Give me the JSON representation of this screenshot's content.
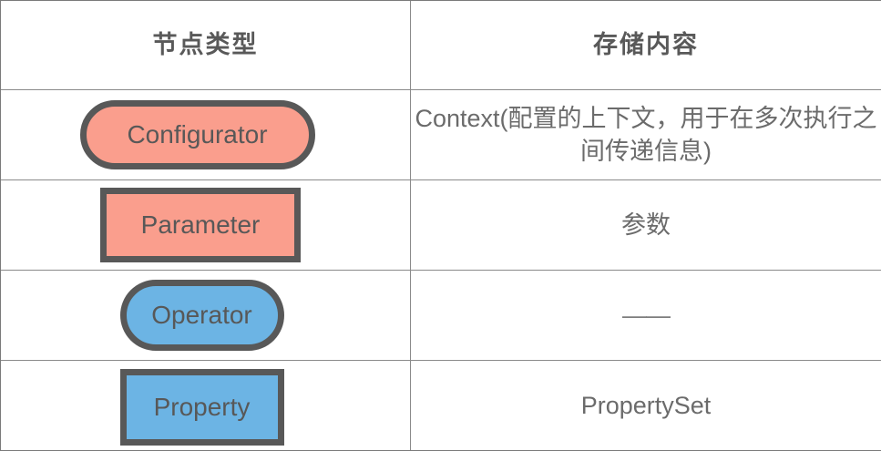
{
  "table": {
    "columns": [
      {
        "key": "node_type",
        "header": "节点类型"
      },
      {
        "key": "stored_content",
        "header": "存储内容"
      }
    ],
    "rows": [
      {
        "shape_label": "Configurator",
        "shape_kind": "rounded-pill",
        "shape_fill": "#fa9e8d",
        "shape_border": "#585858",
        "content": "Context(配置的上下文，用于在多次执行之间传递信息)"
      },
      {
        "shape_label": "Parameter",
        "shape_kind": "rectangle",
        "shape_fill": "#fa9e8d",
        "shape_border": "#585858",
        "content": "参数"
      },
      {
        "shape_label": "Operator",
        "shape_kind": "rounded-pill",
        "shape_fill": "#6cb4e4",
        "shape_border": "#585858",
        "content": "——"
      },
      {
        "shape_label": "Property",
        "shape_kind": "rectangle",
        "shape_fill": "#6cb4e4",
        "shape_border": "#585858",
        "content": "PropertySet"
      }
    ]
  },
  "colors": {
    "salmon": "#fa9e8d",
    "blue": "#6cb4e4",
    "shape_border": "#585858",
    "text": "#595959",
    "content_text": "#6b6b6b",
    "grid_line": "#8a8a8a",
    "background": "#ffffff"
  }
}
